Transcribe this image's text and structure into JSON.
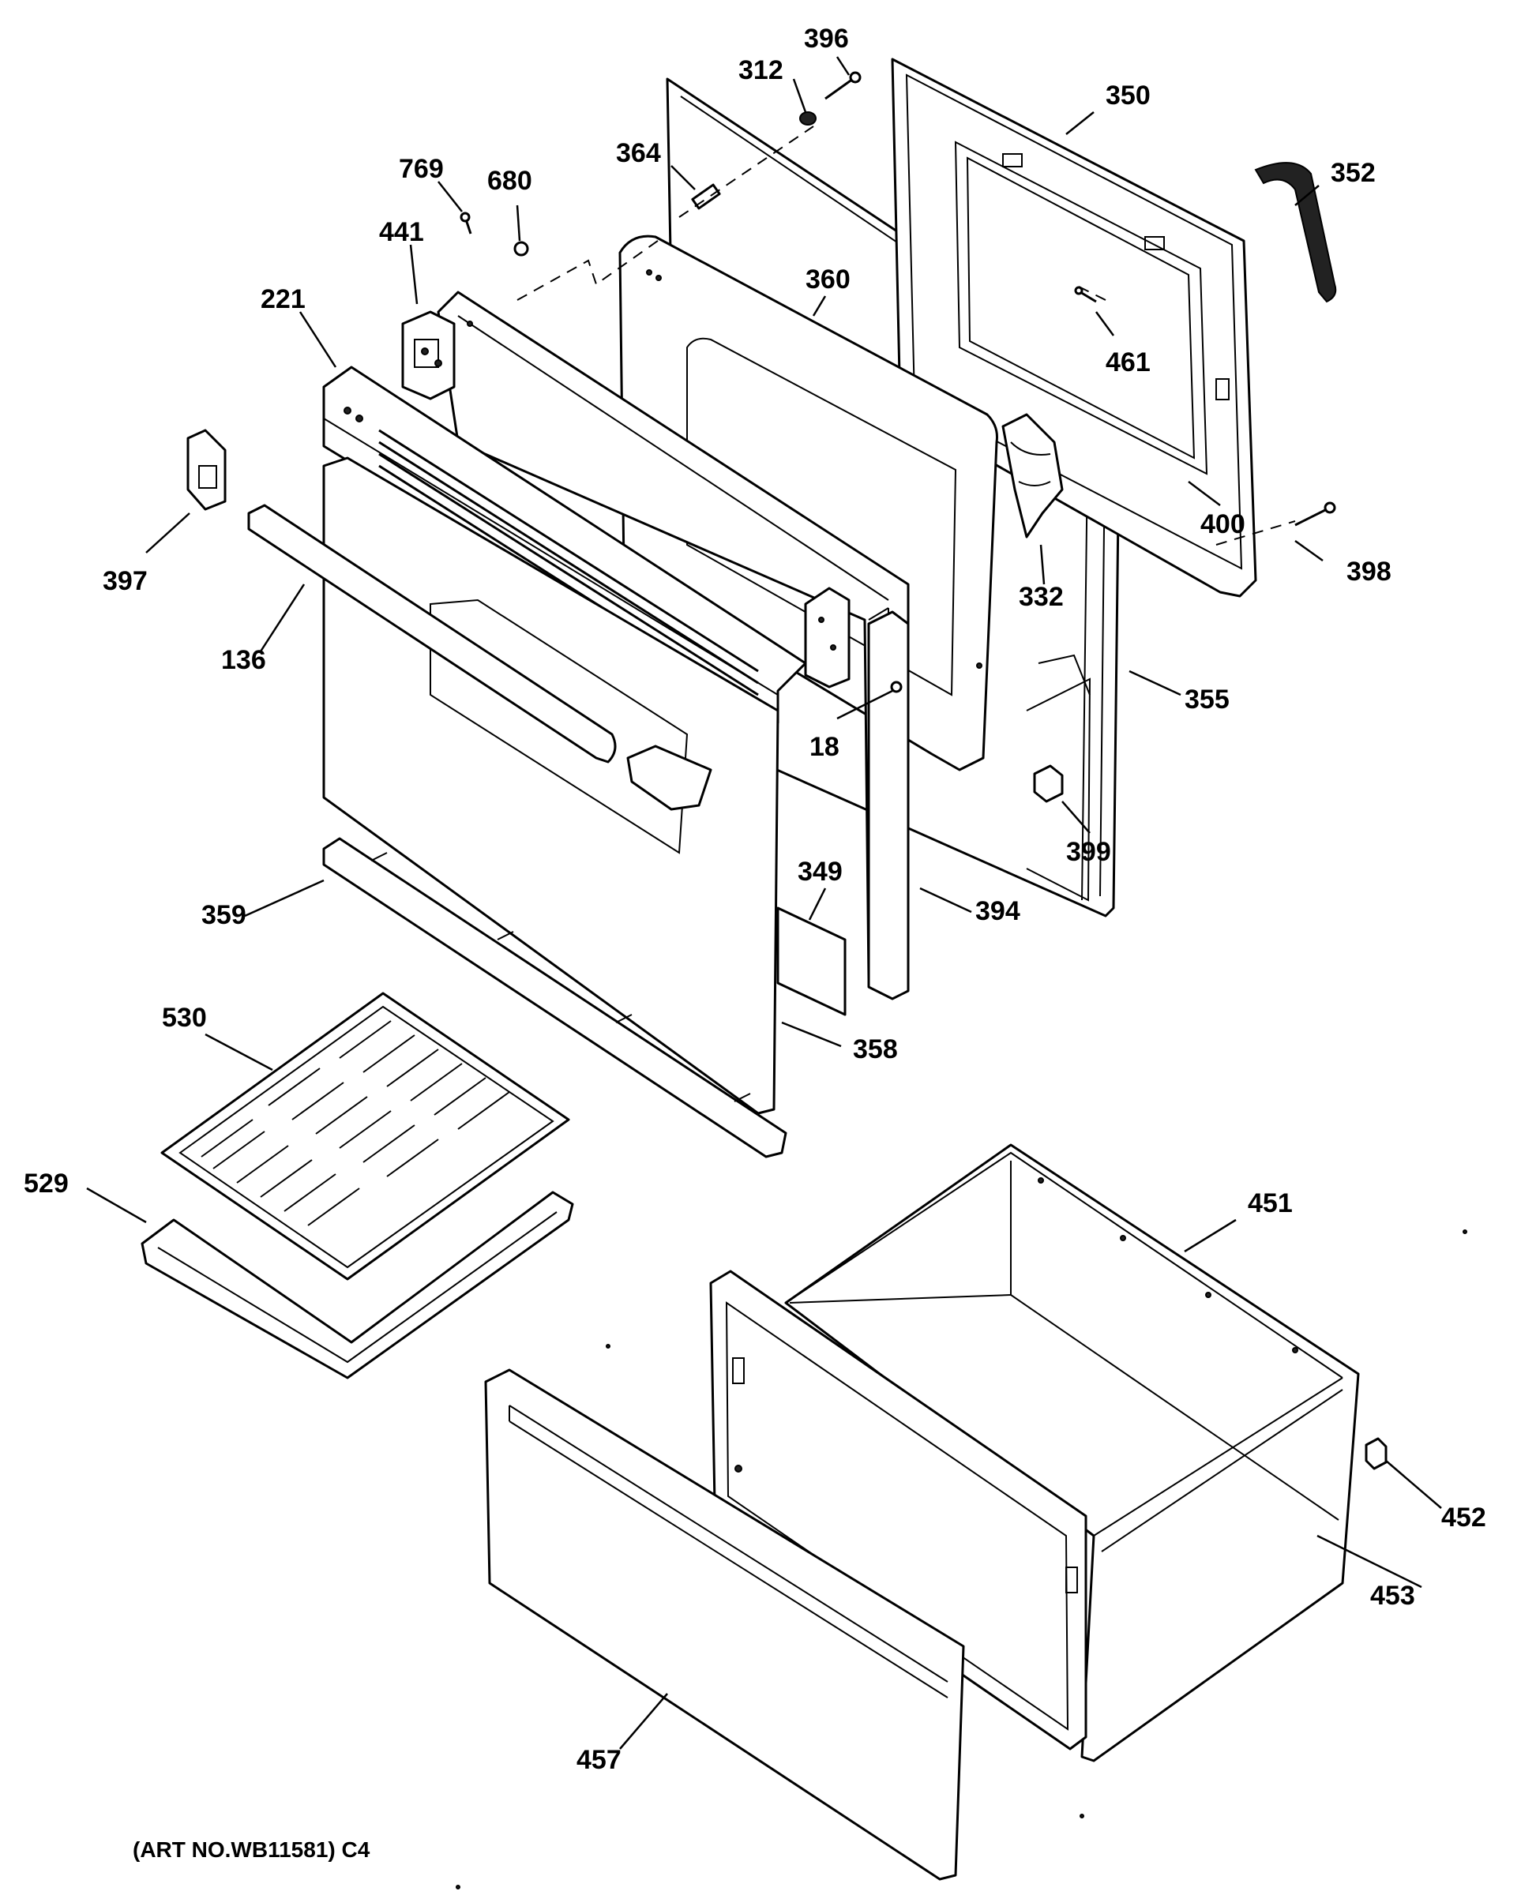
{
  "art_number": "(ART NO.WB11581) C4",
  "callouts": [
    "396",
    "312",
    "350",
    "352",
    "364",
    "769",
    "680",
    "441",
    "360",
    "221",
    "461",
    "400",
    "397",
    "398",
    "136",
    "332",
    "355",
    "18",
    "399",
    "349",
    "394",
    "359",
    "358",
    "530",
    "529",
    "451",
    "452",
    "453",
    "457"
  ]
}
